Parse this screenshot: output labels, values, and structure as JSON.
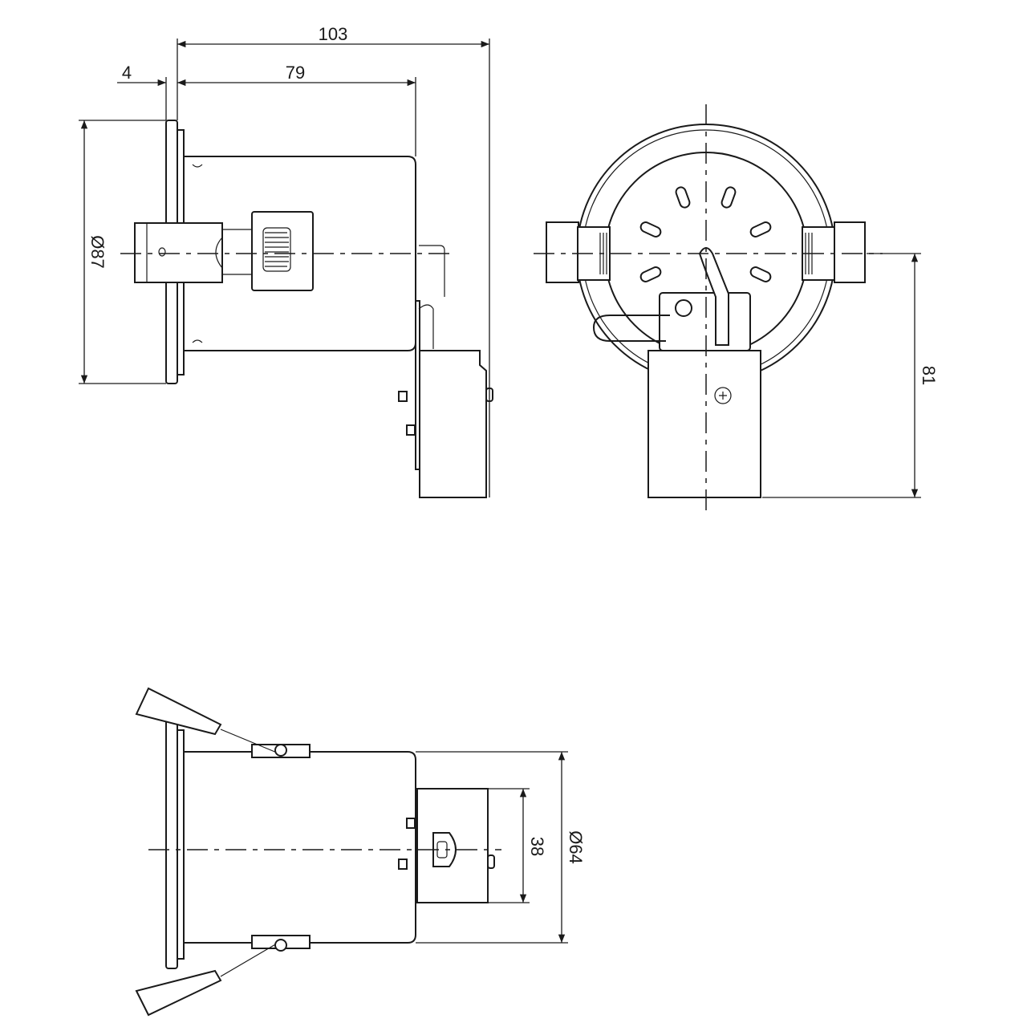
{
  "drawing": {
    "line_color": "#1a1a1a",
    "dimensions": {
      "overall_depth": "103",
      "flange_thickness": "4",
      "body_depth": "79",
      "flange_diameter": "Ø87",
      "driver_offset": "81",
      "driver_width": "38",
      "body_diameter": "Ø64"
    }
  }
}
